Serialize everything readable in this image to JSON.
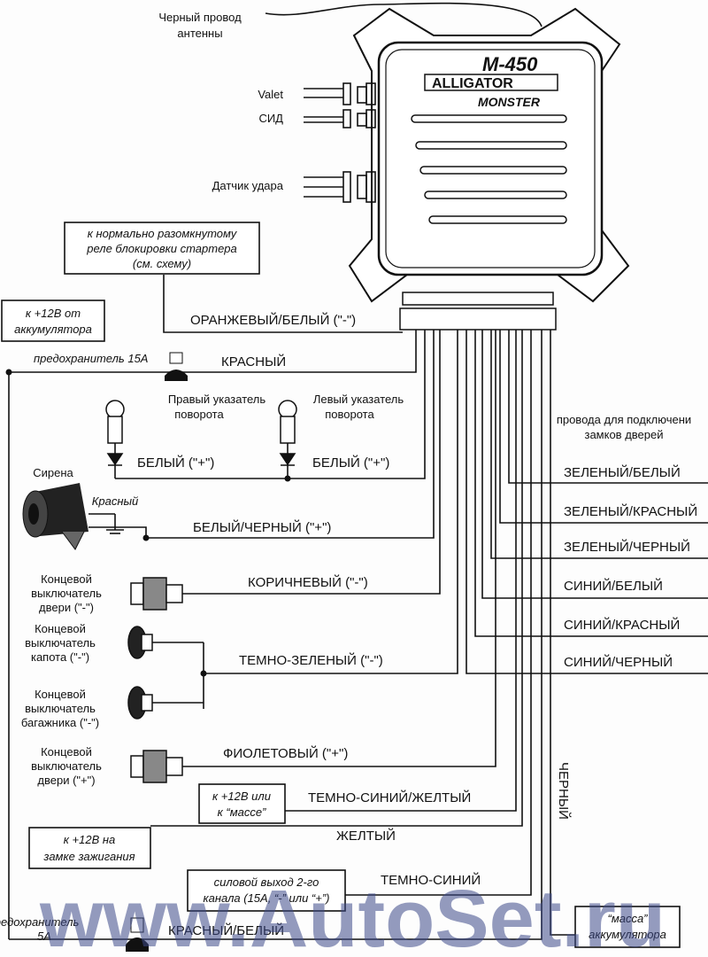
{
  "module": {
    "model": "M-450",
    "brand": "ALLIGATOR",
    "series": "MONSTER"
  },
  "top_labels": {
    "antenna_line1": "Черный провод",
    "antenna_line2": "антенны",
    "valet": "Valet",
    "led": "СИД",
    "shock_sensor": "Датчик удара"
  },
  "boxes": {
    "starter_relay": [
      "к нормально разомкнутому",
      "реле блокировки стартера",
      "(см. схему)"
    ],
    "battery_plus": [
      "к +12В от",
      "аккумулятора"
    ],
    "plus_or_ground": [
      "к +12В или",
      "к “массе”"
    ],
    "ignition": [
      "к +12В на",
      "замке зажигания"
    ],
    "channel2": [
      "силовой выход 2-го",
      "канала (15А, “-” или “+”)"
    ],
    "battery_ground": [
      "“масса”",
      "аккумулятора"
    ]
  },
  "components": {
    "fuse15": "предохранитель 15А",
    "fuse5": [
      "предохранитель",
      "5А"
    ],
    "right_turn": [
      "Правый указатель",
      "поворота"
    ],
    "left_turn": [
      "Левый указатель",
      "поворота"
    ],
    "siren": "Сирена",
    "siren_red": "Красный",
    "door_minus": [
      "Концевой",
      "выключатель",
      "двери (\"-\")"
    ],
    "hood": [
      "Концевой",
      "выключатель",
      "капота (\"-\")"
    ],
    "trunk": [
      "Концевой",
      "выключатель",
      "багажника (\"-\")"
    ],
    "door_plus": [
      "Концевой",
      "выключатель",
      "двери (\"+\")"
    ],
    "door_locks": [
      "провода для подключени",
      "замков дверей"
    ]
  },
  "wires": {
    "orange_white": "ОРАНЖЕВЫЙ/БЕЛЫЙ (\"-\")",
    "red": "КРАСНЫЙ",
    "white_1": "БЕЛЫЙ (\"+\")",
    "white_2": "БЕЛЫЙ (\"+\")",
    "white_black": "БЕЛЫЙ/ЧЕРНЫЙ (\"+\")",
    "brown": "КОРИЧНЕВЫЙ (\"-\")",
    "dark_green": "ТЕМНО-ЗЕЛЕНЫЙ (\"-\")",
    "violet": "ФИОЛЕТОВЫЙ (\"+\")",
    "dark_blue_yellow": "ТЕМНО-СИНИЙ/ЖЕЛТЫЙ",
    "yellow": "ЖЕЛТЫЙ",
    "dark_blue": "ТЕМНО-СИНИЙ",
    "red_white": "КРАСНЫЙ/БЕЛЫЙ",
    "black": "ЧЕРНЫЙ",
    "green_white": "ЗЕЛЕНЫЙ/БЕЛЫЙ",
    "green_red": "ЗЕЛЕНЫЙ/КРАСНЫЙ",
    "green_black": "ЗЕЛЕНЫЙ/ЧЕРНЫЙ",
    "blue_white": "СИНИЙ/БЕЛЫЙ",
    "blue_red": "СИНИЙ/КРАСНЫЙ",
    "blue_black": "СИНИЙ/ЧЕРНЫЙ"
  },
  "watermark": "www.AutoSet.ru"
}
